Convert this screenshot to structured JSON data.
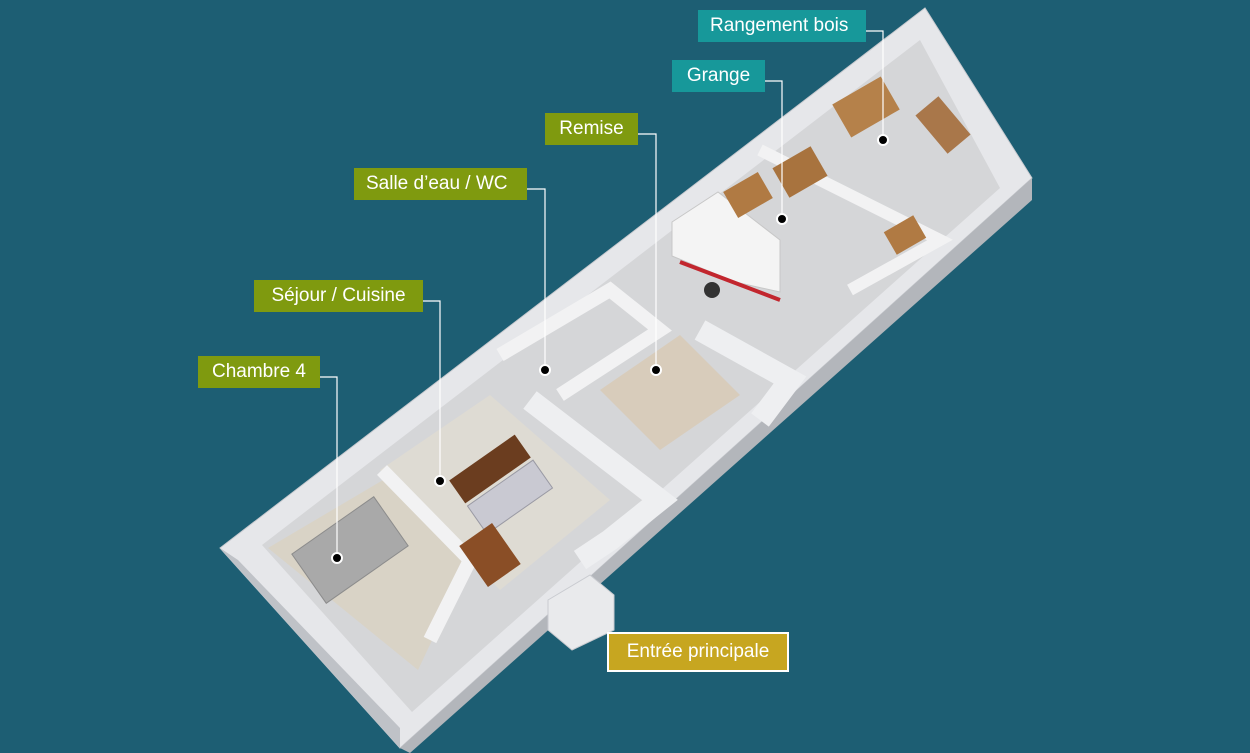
{
  "labels": {
    "rangement_bois": "Rangement bois",
    "grange": "Grange",
    "remise": "Remise",
    "salle_eau": "Salle d’eau / WC",
    "sejour": "Séjour / Cuisine",
    "chambre": "Chambre 4",
    "entree": "Entrée principale"
  },
  "colors": {
    "background": "#1d5e73",
    "room_label": "#7f9a0f",
    "storage_label": "#17989a",
    "entrance_label": "#c7a620"
  }
}
